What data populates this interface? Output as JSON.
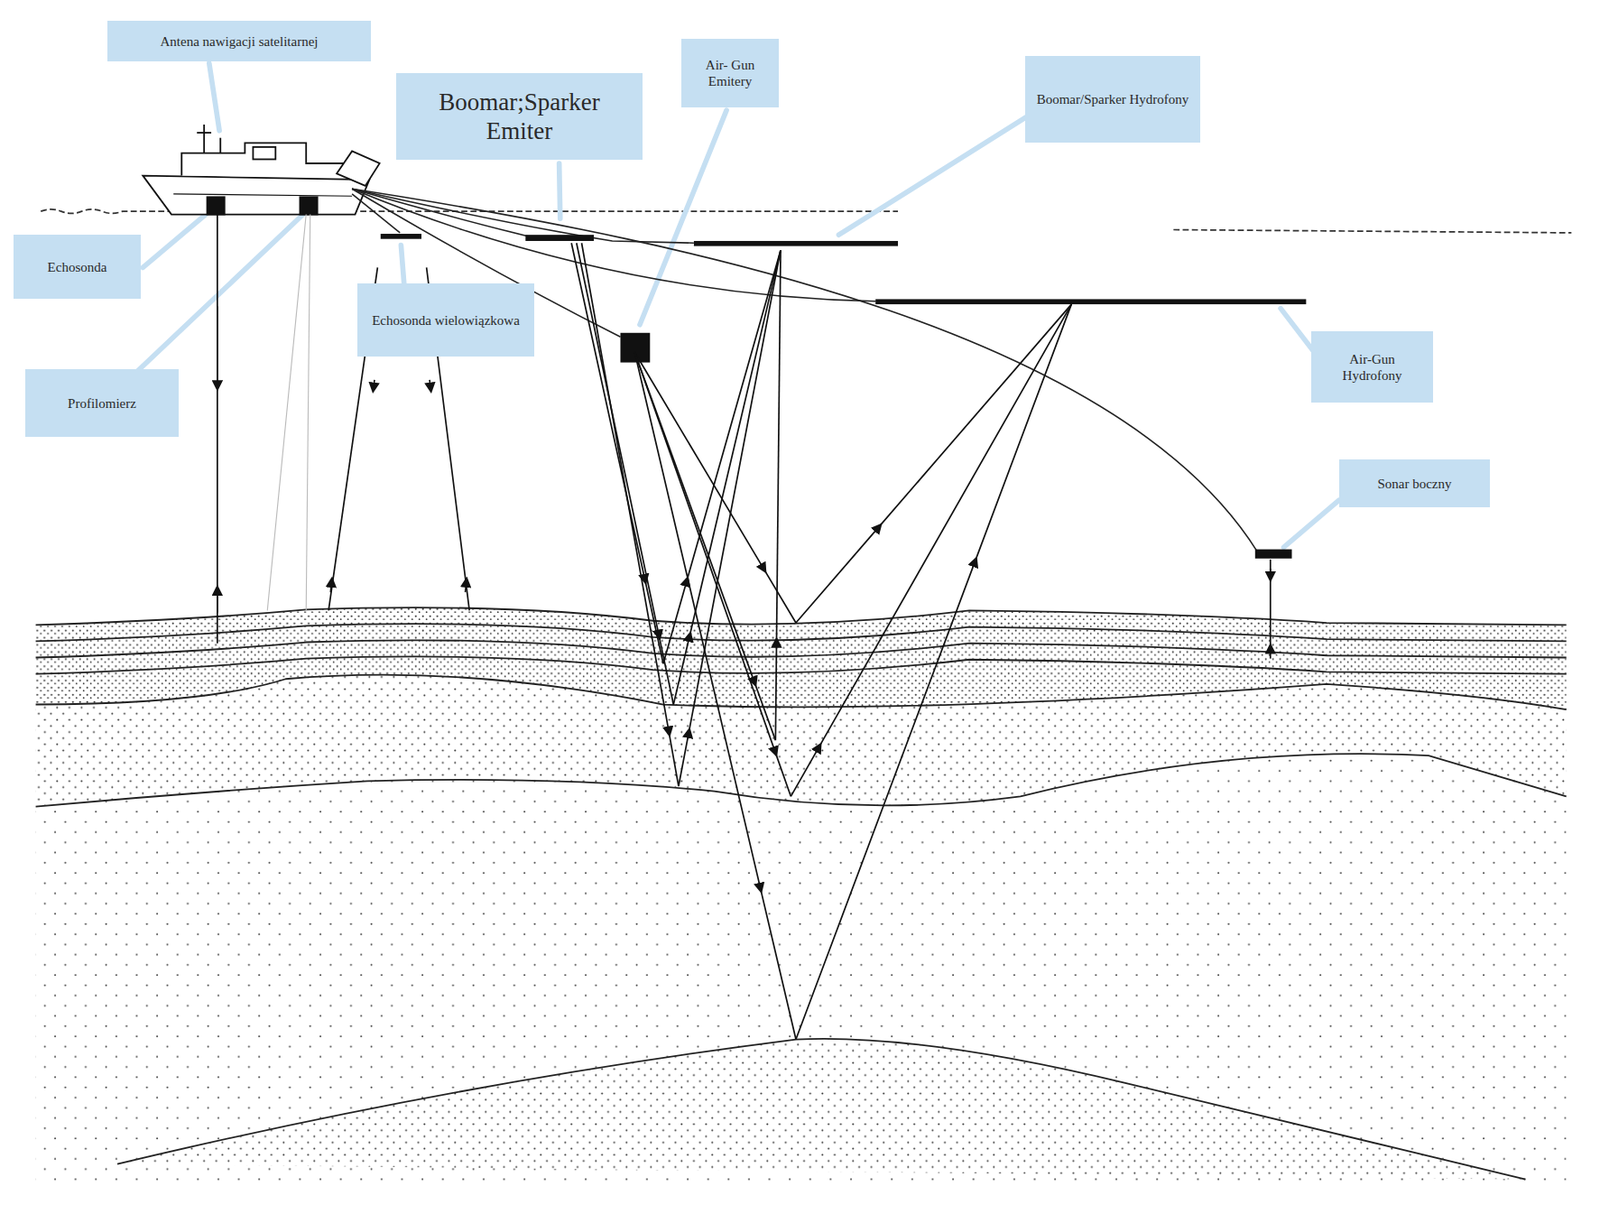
{
  "diagram": {
    "nodes": [
      {
        "text": [
          "Antena nawigacji satelitarnej"
        ]
      },
      {
        "text": [
          "Boomar;Sparker Emiter"
        ]
      },
      {
        "text": [
          "Air- Gun Emitery"
        ]
      },
      {
        "text": [
          "Boomar/Sparker Hydrofony"
        ]
      },
      {
        "text": [
          "Echosonda"
        ]
      },
      {
        "text": [
          "Echosonda wielowiązkowa"
        ]
      },
      {
        "text": [
          "Air-Gun Hydrofony"
        ]
      },
      {
        "text": [
          "Profilomierz"
        ]
      },
      {
        "text": [
          "Sonar boczny"
        ]
      }
    ]
  }
}
